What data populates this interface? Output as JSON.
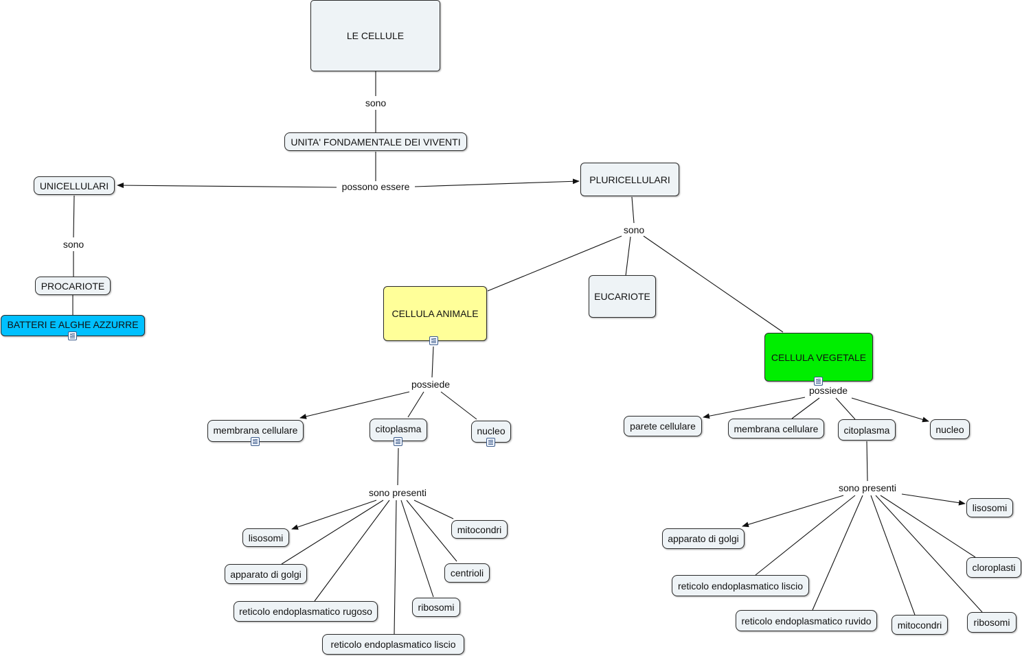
{
  "colors": {
    "node_default": "#eef3f6",
    "cellula_animale": "#ffff99",
    "cellula_vegetale": "#00ee00",
    "batteri": "#00c0ff",
    "line": "#111111"
  },
  "concepts": {
    "le_cellule": "LE CELLULE",
    "unita": "UNITA' FONDAMENTALE DEI VIVENTI",
    "unicellulari": "UNICELLULARI",
    "pluricellulari": "PLURICELLULARI",
    "procariote": "PROCARIOTE",
    "batteri": "BATTERI E ALGHE AZZURRE",
    "eucariote": "EUCARIOTE",
    "cellula_animale": "CELLULA ANIMALE",
    "cellula_vegetale": "CELLULA VEGETALE",
    "a_membrana": "membrana cellulare",
    "a_citoplasma": "citoplasma",
    "a_nucleo": "nucleo",
    "a_lisosomi": "lisosomi",
    "a_mitocondri": "mitocondri",
    "a_golgi": "apparato di golgi",
    "a_centrioli": "centrioli",
    "a_rer": "reticolo endoplasmatico rugoso",
    "a_ribosomi": "ribosomi",
    "a_rel": "reticolo endoplasmatico liscio",
    "v_parete": "parete cellulare",
    "v_membrana": "membrana cellulare",
    "v_citoplasma": "citoplasma",
    "v_nucleo": "nucleo",
    "v_lisosomi": "lisosomi",
    "v_golgi": "apparato di golgi",
    "v_cloroplasti": "cloroplasti",
    "v_rel": "reticolo endoplasmatico liscio",
    "v_rer": "reticolo endoplasmatico ruvido",
    "v_mitocondri": "mitocondri",
    "v_ribosomi": "ribosomi"
  },
  "linking_phrases": {
    "sono_1": "sono",
    "possono_essere": "possono essere",
    "sono_2": "sono",
    "sono_3": "sono",
    "possiede_animale": "possiede",
    "sono_presenti_animale": "sono presenti",
    "possiede_vegetale": "possiede",
    "sono_presenti_vegetale": "sono presenti"
  }
}
